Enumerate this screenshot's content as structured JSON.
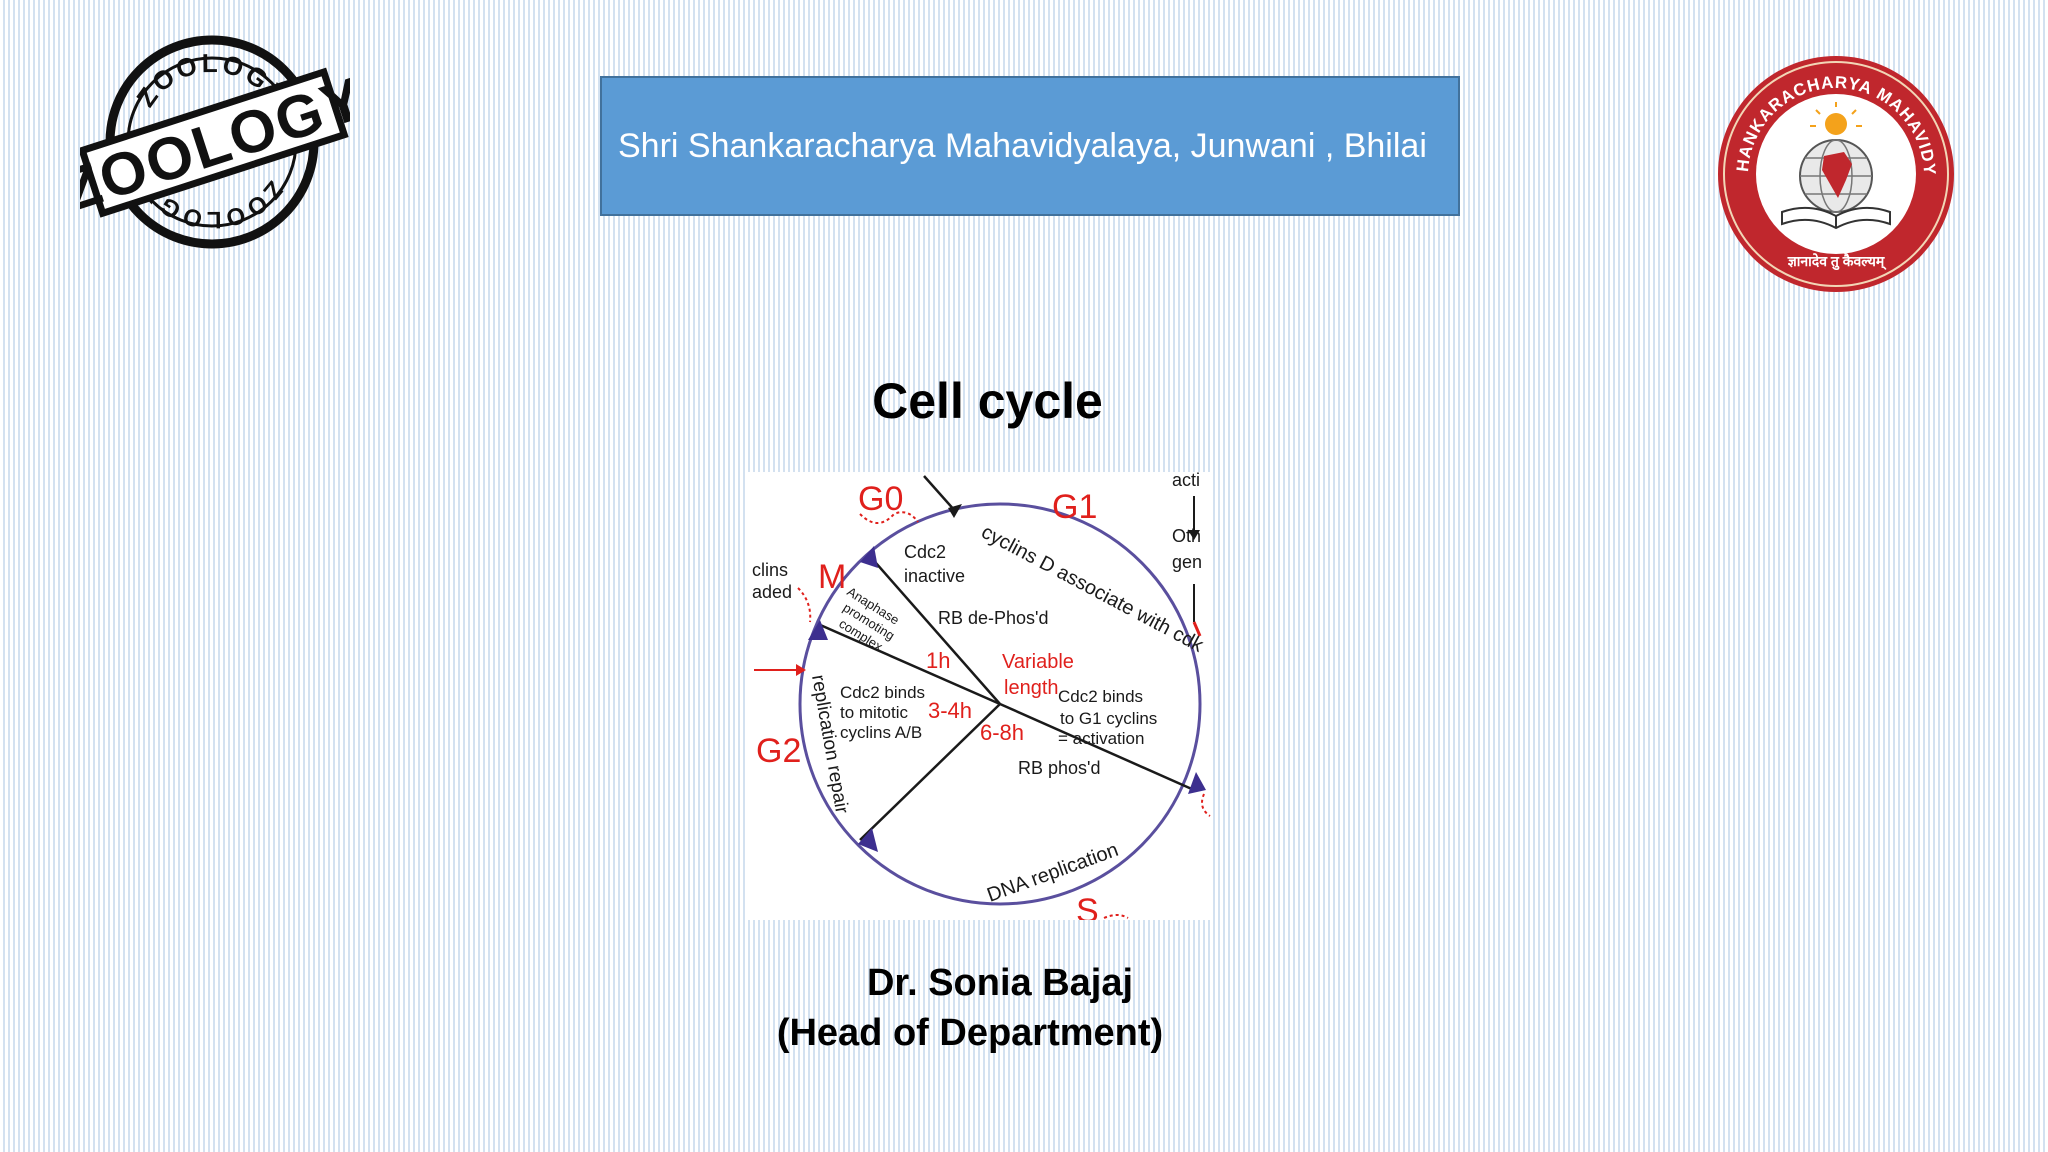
{
  "header": {
    "title": "Shri Shankaracharya Mahavidyalaya, Junwani , Bhilai"
  },
  "slide": {
    "title": "Cell cycle"
  },
  "logos": {
    "zoology": {
      "top_text": "ZOOLOGY",
      "main_text": "ZOOLOGY",
      "bottom_text": "ZOOLOGY"
    },
    "college": {
      "ring_text": "SHRI SHANKARACHARYA MAHAVIDYALAYA",
      "motto": "ज्ञानादेव तु कैवल्यम्"
    }
  },
  "diagram": {
    "phases": {
      "g0": "G0",
      "g1": "G1",
      "m": "M",
      "g2": "G2",
      "s": "S"
    },
    "durations": {
      "m": "1h",
      "g2": "3-4h",
      "s": "6-8h",
      "g1_var1": "Variable",
      "g1_var2": "length"
    },
    "labels": {
      "cyclins_d": "cyclins D associate with cdk",
      "cdc2_1": "Cdc2",
      "cdc2_2": "inactive",
      "rb_dephos": "RB de-Phos'd",
      "apc1": "Anaphase",
      "apc2": "promoting",
      "apc3": "complex",
      "mitotic1": "Cdc2 binds",
      "mitotic2": "to mitotic",
      "mitotic3": "cyclins A/B",
      "g1c1": "Cdc2 binds",
      "g1c2": "to G1 cyclins",
      "g1c3": "= activation",
      "rb_phos": "RB phos'd",
      "dna_rep": "DNA replication",
      "rep_repair": "replication repair",
      "cyclins_deg1": "clins",
      "cyclins_deg2": "aded",
      "right1": "acti",
      "right2": "Oth",
      "right3": "gen"
    },
    "colors": {
      "red": "#e0201c",
      "circle": "#5a4f9e",
      "dark": "#1a1a1a"
    }
  },
  "author": {
    "name": "Dr. Sonia Bajaj",
    "role": "(Head of Department)"
  }
}
